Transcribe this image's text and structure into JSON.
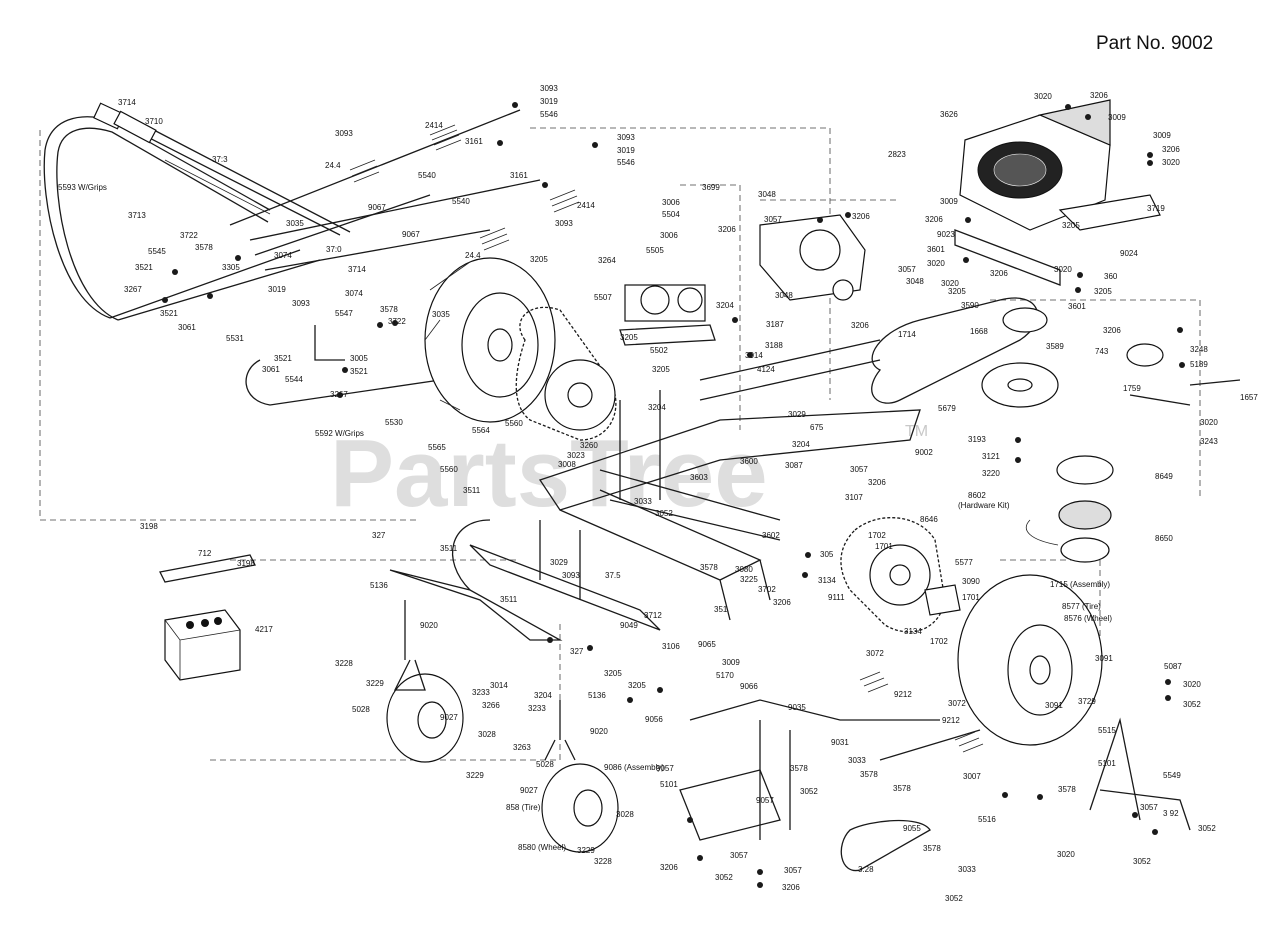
{
  "header": {
    "part_no": "Part No. 9002"
  },
  "watermark": {
    "text": "PartsTree",
    "tm": "TM"
  },
  "parts": {
    "p3714a": "3714",
    "p3710": "3710",
    "p3713a": "37:3",
    "p5593": "5593 W/Grips",
    "p3713b": "3713",
    "p3722": "3722",
    "p3578a": "3578",
    "p5545": "5545",
    "p3521a": "3521",
    "p3267a": "3267",
    "p3521b": "3521",
    "p3061a": "3061",
    "p3035": "3035",
    "p3710b": "37:0",
    "p3074a": "3074",
    "p3305": "3305",
    "p3019a": "3019",
    "p3093a": "3093",
    "p3714b": "3714",
    "p3074b": "3074",
    "p5547": "5547",
    "p3578b": "3578",
    "p3722b": "3722",
    "p3035b": "3035",
    "p5531": "5531",
    "p3521c": "3521",
    "p3005": "3005",
    "p3061b": "3061",
    "p5544": "5544",
    "p3521d": "3521",
    "p3267b": "3267",
    "p5592": "5592 W/Grips",
    "p3093b": "3093",
    "p2414a": "2414",
    "p2414b": "24.4",
    "p5540a": "5540",
    "p9067a": "9067",
    "p3161a": "3161",
    "p3093c": "3093",
    "p3019b": "3019",
    "p5546a": "5546",
    "p3093d": "3093",
    "p3019c": "3019",
    "p5546b": "5546",
    "p3161b": "3161",
    "p5540b": "5540",
    "p2414c": "2414",
    "p3093e": "3093",
    "p9067b": "9067",
    "p2414d": "24.4",
    "p3205a": "3205",
    "p3264": "3264",
    "p3699": "3699",
    "p3006a": "3006",
    "p5504": "5504",
    "p3006b": "3006",
    "p3206a": "3206",
    "p3048a": "3048",
    "p3057a": "3057",
    "p3206b": "3206",
    "p5505": "5505",
    "p5507": "5507",
    "p3205b": "3205",
    "p3204a": "3204",
    "p3057b": "3057",
    "p3048b": "3048",
    "p3048c": "3048",
    "p3206c": "3206",
    "p3187": "3187",
    "p3188": "3188",
    "p3014a": "3014",
    "p4124": "4124",
    "p5502": "5502",
    "p3205c": "3205",
    "p5530": "5530",
    "p5560a": "5560",
    "p5564": "5564",
    "p5565": "5565",
    "p5560b": "5560",
    "p3260": "3260",
    "p3023": "3023",
    "p3008": "3008",
    "p3204b": "3204",
    "p3029a": "3029",
    "p675": "675",
    "p3204c": "3204",
    "p3600": "3600",
    "p3087": "3087",
    "p3603": "3603",
    "p3033a": "3033",
    "p3052a": "3052",
    "p3057c": "3057",
    "p3206d": "3206",
    "p3107": "3107",
    "p3511a": "3511",
    "p3626": "3626",
    "p3020a": "3020",
    "p3206e": "3206",
    "p3009a": "3009",
    "p3009b": "3009",
    "p3206f": "3206",
    "p3020b": "3020",
    "p2823": "2823",
    "p3009c": "3009",
    "p3719": "3719",
    "p3206g": "3206",
    "p3205d": "3205",
    "p9023": "9023",
    "p9024": "9024",
    "p3601a": "3601",
    "p3020c": "3020",
    "p3206h": "3206",
    "p3020d": "3020",
    "p3205e": "3205",
    "p3020e": "3020",
    "p360": "360",
    "p3205f": "3205",
    "p3590": "3590",
    "p3601b": "3601",
    "p1714": "1714",
    "p1668": "1668",
    "p3589": "3589",
    "p3206i": "3206",
    "p3248": "3248",
    "p743": "743",
    "p5189": "5189",
    "p1759": "1759",
    "p1657": "1657",
    "p5679": "5679",
    "p3020f": "3020",
    "p3193": "3193",
    "p3121": "3121",
    "p3243": "3243",
    "p3220": "3220",
    "p8649": "8649",
    "p8602": "8602",
    "p8602b": "(Hardware Kit)",
    "p9002": "9002",
    "p8646": "8646",
    "p8650": "8650",
    "p1702a": "1702",
    "p1701a": "1701",
    "p5577": "5577",
    "p3090": "3090",
    "p1701b": "1701",
    "p1702b": "1702",
    "p3134a": "3134",
    "p3134b": "3134",
    "p3602": "3602",
    "p3080": "3080",
    "p3225": "3225",
    "p3702": "3702",
    "p3206j": "3206",
    "p305": "305",
    "p1715": "1715 (Assembly)",
    "p8577": "8577 (Tire)",
    "p8576": "8576 (Wheel)",
    "p9111": "9111",
    "p3198a": "3198",
    "p712": "712",
    "p3198b": "3198",
    "p4217": "4217",
    "p327a": "327",
    "p3511b": "3511",
    "p5136a": "5136",
    "p3029b": "3029",
    "p3093f": "3093",
    "p3715": "37.5",
    "p3578c": "3578",
    "p3511c": "3511",
    "p3712": "3712",
    "p351": "351",
    "p9049": "9049",
    "p9020a": "9020",
    "p327b": "327",
    "p3106": "3106",
    "p9065": "9065",
    "p3009d": "3009",
    "p3205g": "3205",
    "p5170": "5170",
    "p3205h": "3205",
    "p3228": "3228",
    "p3229a": "3229",
    "p3233a": "3233",
    "p3014b": "3014",
    "p3266": "3266",
    "p3204d": "3204",
    "p3233b": "3233",
    "p5136b": "5136",
    "p5028a": "5028",
    "p9027a": "9027",
    "p3028a": "3028",
    "p3263": "3263",
    "p9020b": "9020",
    "p3229b": "3229",
    "p5028b": "5028",
    "p9027b": "9027",
    "p9086": "9086 (Assembly)",
    "p858": "858 (Tire)",
    "p8580": "8580 (Wheel)",
    "p3028b": "3028",
    "p3229c": "3229",
    "p3228b": "3228",
    "p9066": "9066",
    "p9056": "9056",
    "p9035": "9035",
    "p3072a": "3072",
    "p9212a": "9212",
    "p3072b": "3072",
    "p9212b": "9212",
    "p9031": "9031",
    "p3033b": "3033",
    "p3578d": "3578",
    "p3578e": "3578",
    "p3052b": "3052",
    "p9057a": "9057",
    "p5101": "5101",
    "p9057b": "9057",
    "p3206k": "3206",
    "p3057d": "3057",
    "p3057e": "3057",
    "p3052c": "3052",
    "p3206l": "3206",
    "p3578f": "3578",
    "p9055": "9055",
    "p3578g": "3578",
    "p3128": "3.28",
    "p3033c": "3033",
    "p3052d": "3052",
    "p3091a": "3091",
    "p3091b": "3091",
    "p3729": "3729",
    "p5087": "5087",
    "p3020g": "3020",
    "p3052e": "3052",
    "p5515": "5515",
    "p5101b": "5101",
    "p3007": "3007",
    "p5516": "5516",
    "p3578h": "3578",
    "p5549": "5549",
    "p3057f": "3057",
    "p392": "3 92",
    "p3052f": "3052",
    "p3020h": "3020",
    "p3052g": "3052"
  }
}
